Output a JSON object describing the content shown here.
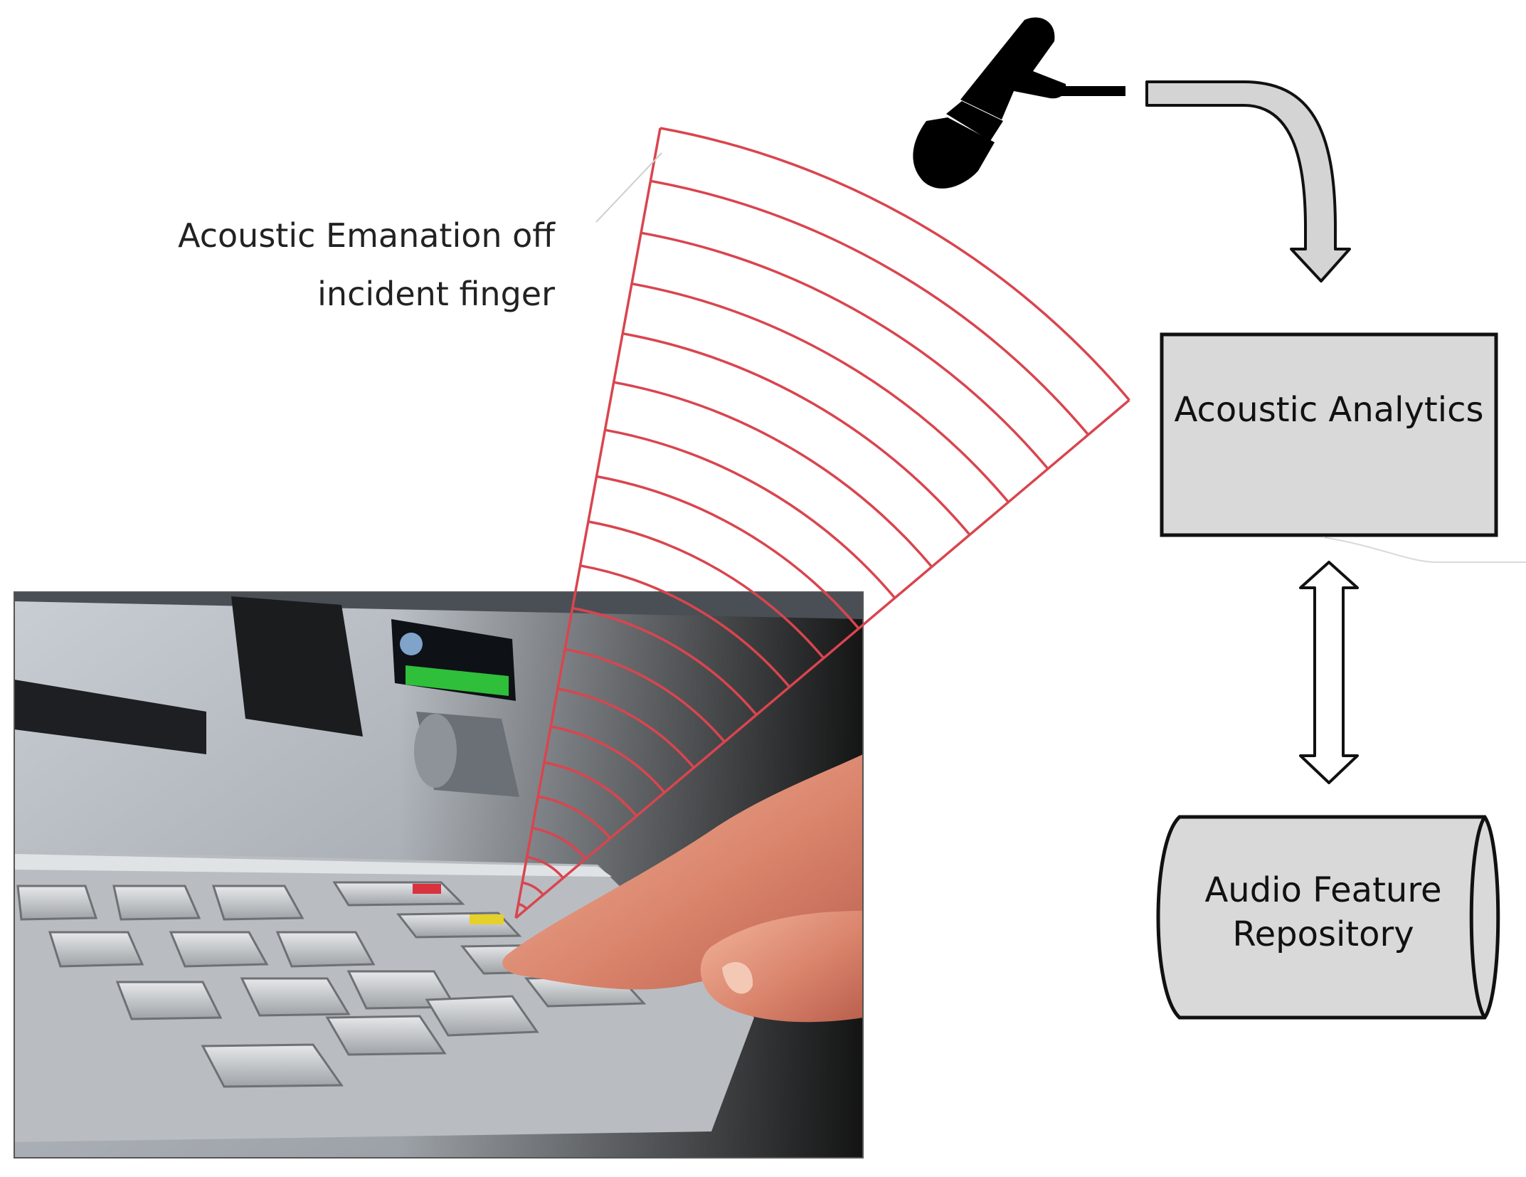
{
  "annotation": {
    "line1": "Acoustic Emanation off",
    "line2": "incident finger"
  },
  "analytics_box": {
    "label": "Acoustic Analytics"
  },
  "repository": {
    "line1": "Audio Feature",
    "line2": "Repository"
  },
  "colors": {
    "wave": "#d9454e",
    "box_fill": "#d9d9d9",
    "arrow_fill": "#d4d4d4",
    "stroke": "#111111"
  },
  "wave_count": 20
}
